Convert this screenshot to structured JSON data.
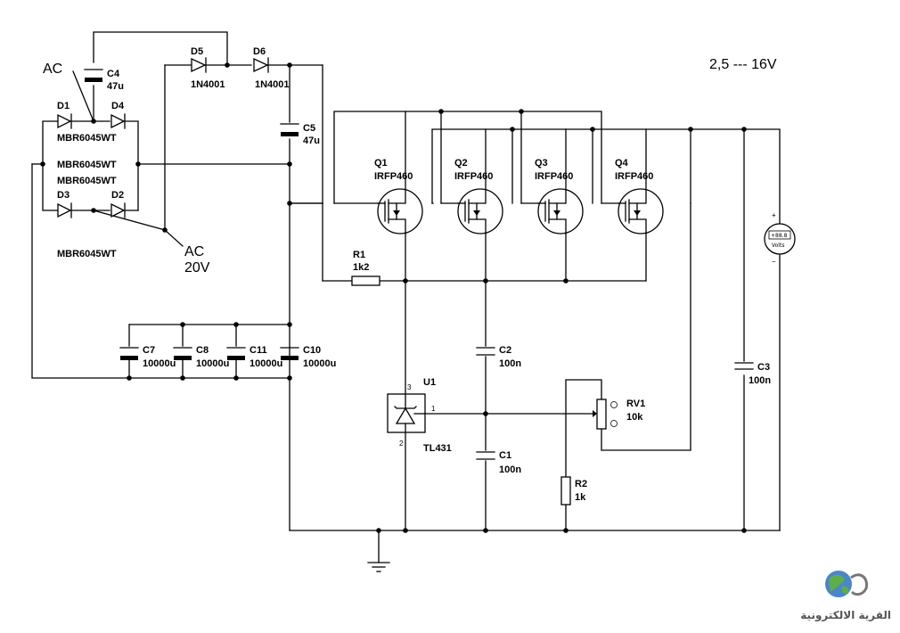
{
  "title": "2,5 --- 16V",
  "ac_label_top": "AC",
  "ac_label_bottom": "AC",
  "ac_voltage": "20V",
  "components": {
    "c4": {
      "ref": "C4",
      "value": "47u"
    },
    "c5": {
      "ref": "C5",
      "value": "47u"
    },
    "d1": {
      "ref": "D1"
    },
    "d2": {
      "ref": "D2"
    },
    "d3": {
      "ref": "D3"
    },
    "d4": {
      "ref": "D4"
    },
    "d5": {
      "ref": "D5",
      "value": "1N4001"
    },
    "d6": {
      "ref": "D6",
      "value": "1N4001"
    },
    "bridge_part_1": "MBR6045WT",
    "bridge_part_2": "MBR6045WT",
    "bridge_part_3": "MBR6045WT",
    "bridge_part_4": "MBR6045WT",
    "c7": {
      "ref": "C7",
      "value": "10000u"
    },
    "c8": {
      "ref": "C8",
      "value": "10000u"
    },
    "c11": {
      "ref": "C11",
      "value": "10000u"
    },
    "c10": {
      "ref": "C10",
      "value": "10000u"
    },
    "q1": {
      "ref": "Q1",
      "value": "IRFP460"
    },
    "q2": {
      "ref": "Q2",
      "value": "IRFP460"
    },
    "q3": {
      "ref": "Q3",
      "value": "IRFP460"
    },
    "q4": {
      "ref": "Q4",
      "value": "IRFP460"
    },
    "r1": {
      "ref": "R1",
      "value": "1k2"
    },
    "c2": {
      "ref": "C2",
      "value": "100n"
    },
    "c1": {
      "ref": "C1",
      "value": "100n"
    },
    "u1": {
      "ref": "U1",
      "value": "TL431",
      "pin1": "1",
      "pin2": "2",
      "pin3": "3"
    },
    "rv1": {
      "ref": "RV1",
      "value": "10k"
    },
    "r2": {
      "ref": "R2",
      "value": "1k"
    },
    "c3": {
      "ref": "C3",
      "value": "100n"
    },
    "voltmeter": {
      "reading": "+88.8",
      "unit": "Volts",
      "plus": "+",
      "minus": "−"
    }
  },
  "watermark": "القرية الالكترونية",
  "icon_names": [
    "ground-icon",
    "voltmeter-icon",
    "globe-logo-icon"
  ]
}
